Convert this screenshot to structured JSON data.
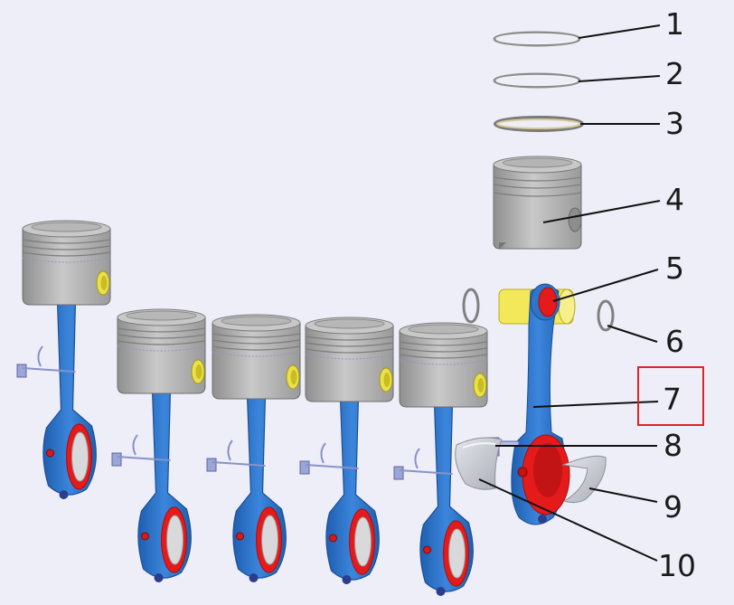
{
  "callouts": [
    {
      "id": "1",
      "label": "1"
    },
    {
      "id": "2",
      "label": "2"
    },
    {
      "id": "3",
      "label": "3"
    },
    {
      "id": "4",
      "label": "4"
    },
    {
      "id": "5",
      "label": "5"
    },
    {
      "id": "6",
      "label": "6"
    },
    {
      "id": "7",
      "label": "7"
    },
    {
      "id": "8",
      "label": "8"
    },
    {
      "id": "9",
      "label": "9"
    },
    {
      "id": "10",
      "label": "10"
    }
  ],
  "highlighted_callout": "7",
  "colors": {
    "background": "#eeeef8",
    "rod": "#2f74c8",
    "bigend": "#e51a1a",
    "piston": "#a6a6a6",
    "pin": "#f2e85a",
    "highlight": "#e02424"
  },
  "icons": {
    "piston": "piston-shape",
    "connecting_rod": "connecting-rod-shape",
    "ring": "piston-ring-shape",
    "bearing": "bearing-shell-shape",
    "clip": "circlip-shape",
    "bolt": "bolt-shape"
  }
}
